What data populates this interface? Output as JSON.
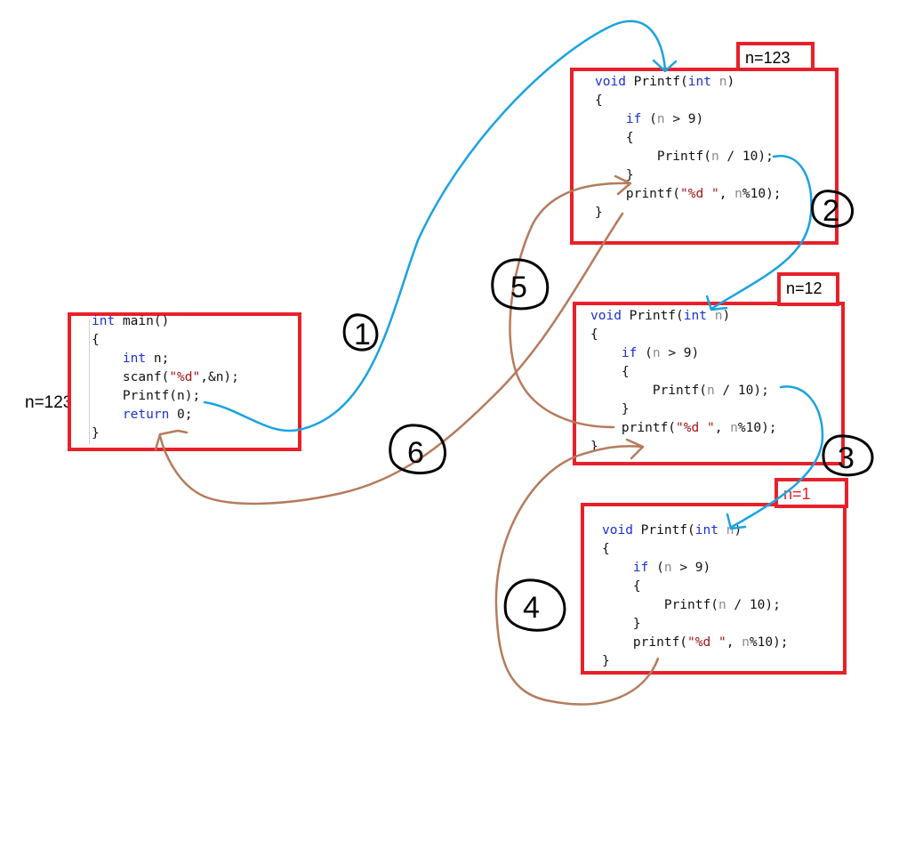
{
  "main_frame": {
    "side_label": "n=123",
    "lines": [
      {
        "parts": [
          {
            "c": "kw",
            "t": "int"
          },
          {
            "c": "",
            "t": " main()"
          }
        ]
      },
      {
        "parts": [
          {
            "c": "",
            "t": "{"
          }
        ]
      },
      {
        "parts": [
          {
            "c": "",
            "t": "    "
          },
          {
            "c": "kw",
            "t": "int"
          },
          {
            "c": "",
            "t": " n;"
          }
        ]
      },
      {
        "parts": [
          {
            "c": "",
            "t": "    scanf("
          },
          {
            "c": "str",
            "t": "\"%d\""
          },
          {
            "c": "",
            "t": ",&n);"
          }
        ]
      },
      {
        "parts": [
          {
            "c": "",
            "t": "    Printf(n);"
          }
        ]
      },
      {
        "parts": [
          {
            "c": "",
            "t": "    "
          },
          {
            "c": "kw",
            "t": "return"
          },
          {
            "c": "",
            "t": " 0;"
          }
        ]
      },
      {
        "parts": [
          {
            "c": "",
            "t": "}"
          }
        ]
      }
    ]
  },
  "frames": [
    {
      "tag": "n=123",
      "lines": [
        {
          "parts": [
            {
              "c": "kw",
              "t": "void"
            },
            {
              "c": "",
              "t": " Printf("
            },
            {
              "c": "kw",
              "t": "int"
            },
            {
              "c": "param",
              "t": " n"
            },
            {
              "c": "",
              "t": ")"
            }
          ]
        },
        {
          "parts": [
            {
              "c": "",
              "t": "{"
            }
          ]
        },
        {
          "parts": [
            {
              "c": "",
              "t": "    "
            },
            {
              "c": "kw",
              "t": "if"
            },
            {
              "c": "",
              "t": " ("
            },
            {
              "c": "param",
              "t": "n"
            },
            {
              "c": "",
              "t": " > 9)"
            }
          ]
        },
        {
          "parts": [
            {
              "c": "",
              "t": "    {"
            }
          ]
        },
        {
          "parts": [
            {
              "c": "",
              "t": "        Printf("
            },
            {
              "c": "param",
              "t": "n"
            },
            {
              "c": "",
              "t": " / 10);"
            }
          ]
        },
        {
          "parts": [
            {
              "c": "",
              "t": "    }"
            }
          ]
        },
        {
          "parts": [
            {
              "c": "",
              "t": "    printf("
            },
            {
              "c": "str",
              "t": "\"%d \""
            },
            {
              "c": "",
              "t": ", "
            },
            {
              "c": "param",
              "t": "n"
            },
            {
              "c": "",
              "t": "%10);"
            }
          ]
        },
        {
          "parts": [
            {
              "c": "",
              "t": "}"
            }
          ]
        }
      ]
    },
    {
      "tag": "n=12",
      "lines": [
        {
          "parts": [
            {
              "c": "kw",
              "t": "void"
            },
            {
              "c": "",
              "t": " Printf("
            },
            {
              "c": "kw",
              "t": "int"
            },
            {
              "c": "param",
              "t": " n"
            },
            {
              "c": "",
              "t": ")"
            }
          ]
        },
        {
          "parts": [
            {
              "c": "",
              "t": "{"
            }
          ]
        },
        {
          "parts": [
            {
              "c": "",
              "t": "    "
            },
            {
              "c": "kw",
              "t": "if"
            },
            {
              "c": "",
              "t": " ("
            },
            {
              "c": "param",
              "t": "n"
            },
            {
              "c": "",
              "t": " > 9)"
            }
          ]
        },
        {
          "parts": [
            {
              "c": "",
              "t": "    {"
            }
          ]
        },
        {
          "parts": [
            {
              "c": "",
              "t": "        Printf("
            },
            {
              "c": "param",
              "t": "n"
            },
            {
              "c": "",
              "t": " / 10);"
            }
          ]
        },
        {
          "parts": [
            {
              "c": "",
              "t": "    }"
            }
          ]
        },
        {
          "parts": [
            {
              "c": "",
              "t": "    printf("
            },
            {
              "c": "str",
              "t": "\"%d \""
            },
            {
              "c": "",
              "t": ", "
            },
            {
              "c": "param",
              "t": "n"
            },
            {
              "c": "",
              "t": "%10);"
            }
          ]
        },
        {
          "parts": [
            {
              "c": "",
              "t": "}"
            }
          ]
        }
      ]
    },
    {
      "tag": "n=1",
      "lines": [
        {
          "parts": [
            {
              "c": "kw",
              "t": "void"
            },
            {
              "c": "",
              "t": " Printf("
            },
            {
              "c": "kw",
              "t": "int"
            },
            {
              "c": "param",
              "t": " n"
            },
            {
              "c": "",
              "t": ")"
            }
          ]
        },
        {
          "parts": [
            {
              "c": "",
              "t": "{"
            }
          ]
        },
        {
          "parts": [
            {
              "c": "",
              "t": "    "
            },
            {
              "c": "kw",
              "t": "if"
            },
            {
              "c": "",
              "t": " ("
            },
            {
              "c": "param",
              "t": "n"
            },
            {
              "c": "",
              "t": " > 9)"
            }
          ]
        },
        {
          "parts": [
            {
              "c": "",
              "t": "    {"
            }
          ]
        },
        {
          "parts": [
            {
              "c": "",
              "t": "        Printf("
            },
            {
              "c": "param",
              "t": "n"
            },
            {
              "c": "",
              "t": " / 10);"
            }
          ]
        },
        {
          "parts": [
            {
              "c": "",
              "t": "    }"
            }
          ]
        },
        {
          "parts": [
            {
              "c": "",
              "t": "    printf("
            },
            {
              "c": "str",
              "t": "\"%d \""
            },
            {
              "c": "",
              "t": ", "
            },
            {
              "c": "param",
              "t": "n"
            },
            {
              "c": "",
              "t": "%10);"
            }
          ]
        },
        {
          "parts": [
            {
              "c": "",
              "t": "}"
            }
          ]
        }
      ]
    }
  ],
  "steps": [
    "1",
    "2",
    "3",
    "4",
    "5",
    "6"
  ],
  "colors": {
    "frame": "#e8202a",
    "call_arrow": "#1aa3e0",
    "return_arrow": "#b57b5c",
    "keyword": "#1b2fd6",
    "string": "#a31515"
  }
}
